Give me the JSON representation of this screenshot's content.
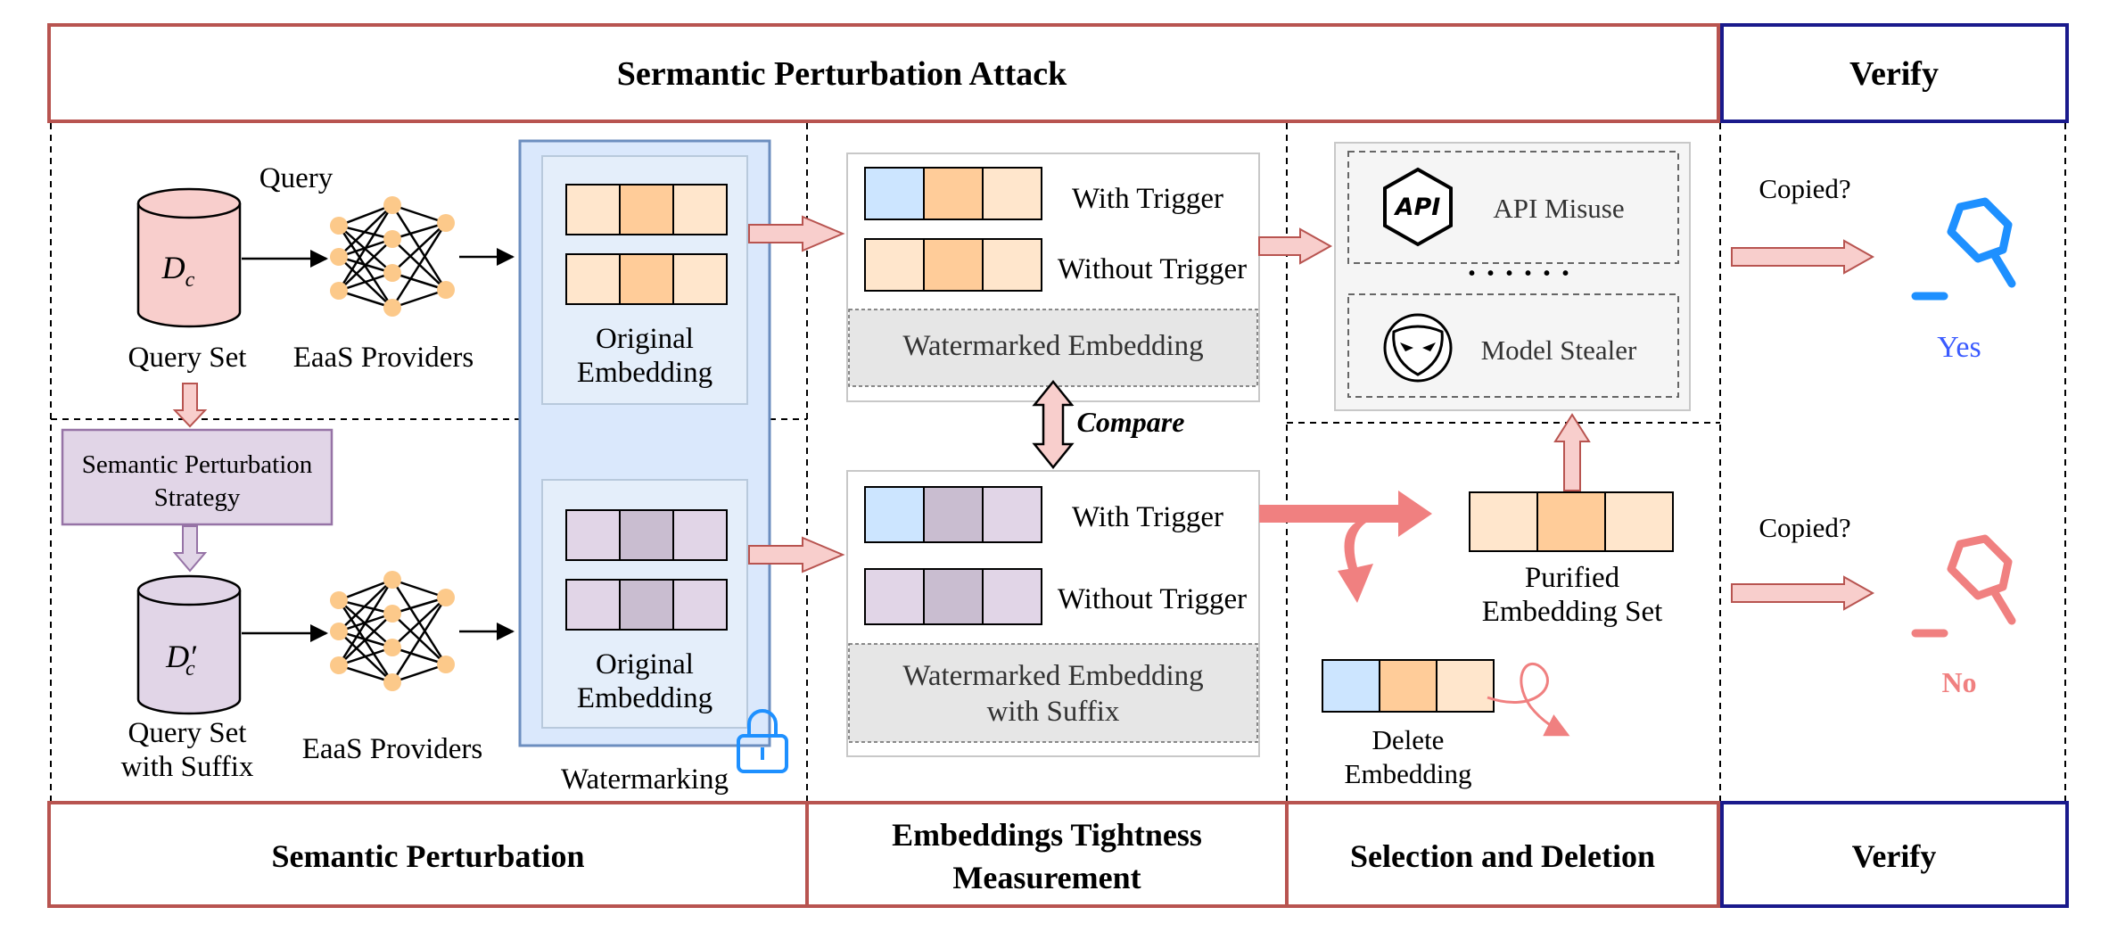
{
  "header": {
    "attack_title": "Sermantic Perturbation Attack",
    "verify_title": "Verify"
  },
  "footer": {
    "semantic_perturbation": "Semantic Perturbation",
    "tightness_line1": "Embeddings Tightness",
    "tightness_line2": "Measurement",
    "selection_deletion": "Selection and Deletion",
    "verify": "Verify"
  },
  "top_row": {
    "query_label": "Query",
    "dataset_symbol": "D",
    "dataset_subscript": "c",
    "dataset_label": "Query Set",
    "provider_label": "EaaS Providers",
    "original_embedding_line1": "Original",
    "original_embedding_line2": "Embedding",
    "with_trigger": "With Trigger",
    "without_trigger": "Without Trigger",
    "watermarked_embedding": "Watermarked Embedding"
  },
  "bottom_row": {
    "strategy_line1": "Semantic Perturbation",
    "strategy_line2": "Strategy",
    "dataset_symbol": "D′",
    "dataset_subscript": "c",
    "dataset_label_line1": "Query Set",
    "dataset_label_line2": "with Suffix",
    "provider_label": "EaaS Providers",
    "original_embedding_line1": "Original",
    "original_embedding_line2": "Embedding",
    "watermarking_label": "Watermarking",
    "with_trigger": "With Trigger",
    "without_trigger": "Without Trigger",
    "watermarked_suffix_line1": "Watermarked Embedding",
    "watermarked_suffix_line2": "with Suffix"
  },
  "compare_label": "Compare",
  "attackers": {
    "api_icon_text": "API",
    "api_misuse": "API Misuse",
    "ellipsis": "· · · · · ·",
    "model_stealer": "Model Stealer"
  },
  "selection": {
    "purified_line1": "Purified",
    "purified_line2": "Embedding Set",
    "delete_line1": "Delete",
    "delete_line2": "Embedding"
  },
  "verify": {
    "copied_top": "Copied?",
    "yes_label": "Yes",
    "copied_bottom": "Copied?",
    "no_label": "No"
  },
  "colors": {
    "red_border": "#b85450",
    "navy_border": "#1a1a8c",
    "peach": "#ffe6cc",
    "orange": "#ffcc99",
    "light_blue": "#cce5ff",
    "lavender": "#e1d5e7",
    "mauve": "#c9bdd0",
    "pink_arrow": "#f8cecc",
    "salmon": "#f08080",
    "blue_accent": "#1e90ff",
    "yes_color": "#3b5bff",
    "no_color": "#f08080"
  }
}
